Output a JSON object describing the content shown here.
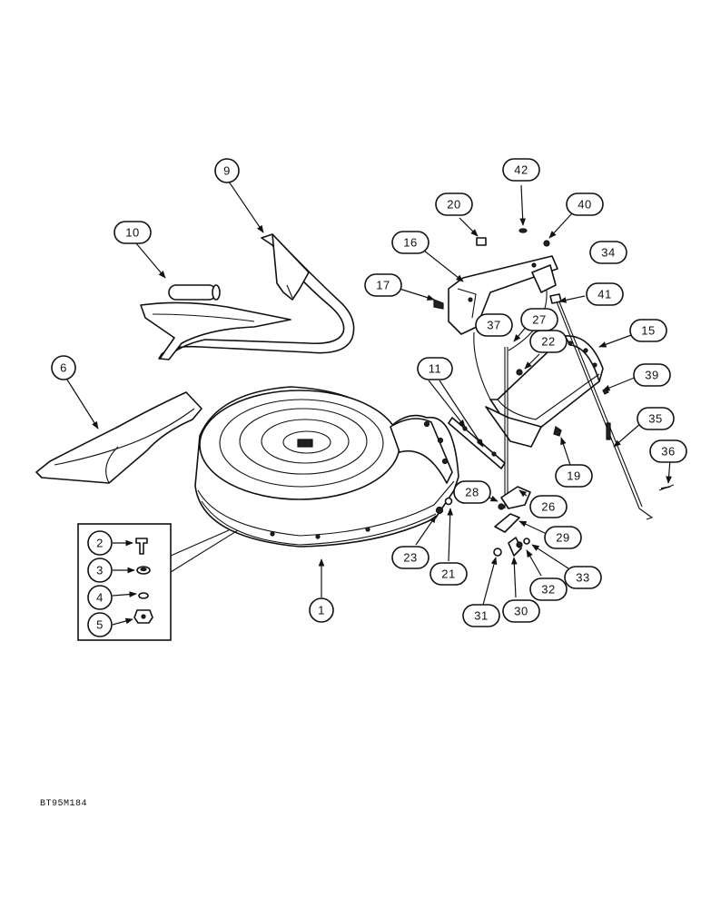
{
  "figure_code": "BT95M184",
  "callouts": [
    "1",
    "2",
    "3",
    "4",
    "5",
    "6",
    "9",
    "10",
    "11",
    "15",
    "16",
    "17",
    "19",
    "20",
    "21",
    "22",
    "23",
    "26",
    "27",
    "28",
    "29",
    "30",
    "31",
    "32",
    "33",
    "34",
    "35",
    "36",
    "37",
    "39",
    "40",
    "41",
    "42"
  ]
}
